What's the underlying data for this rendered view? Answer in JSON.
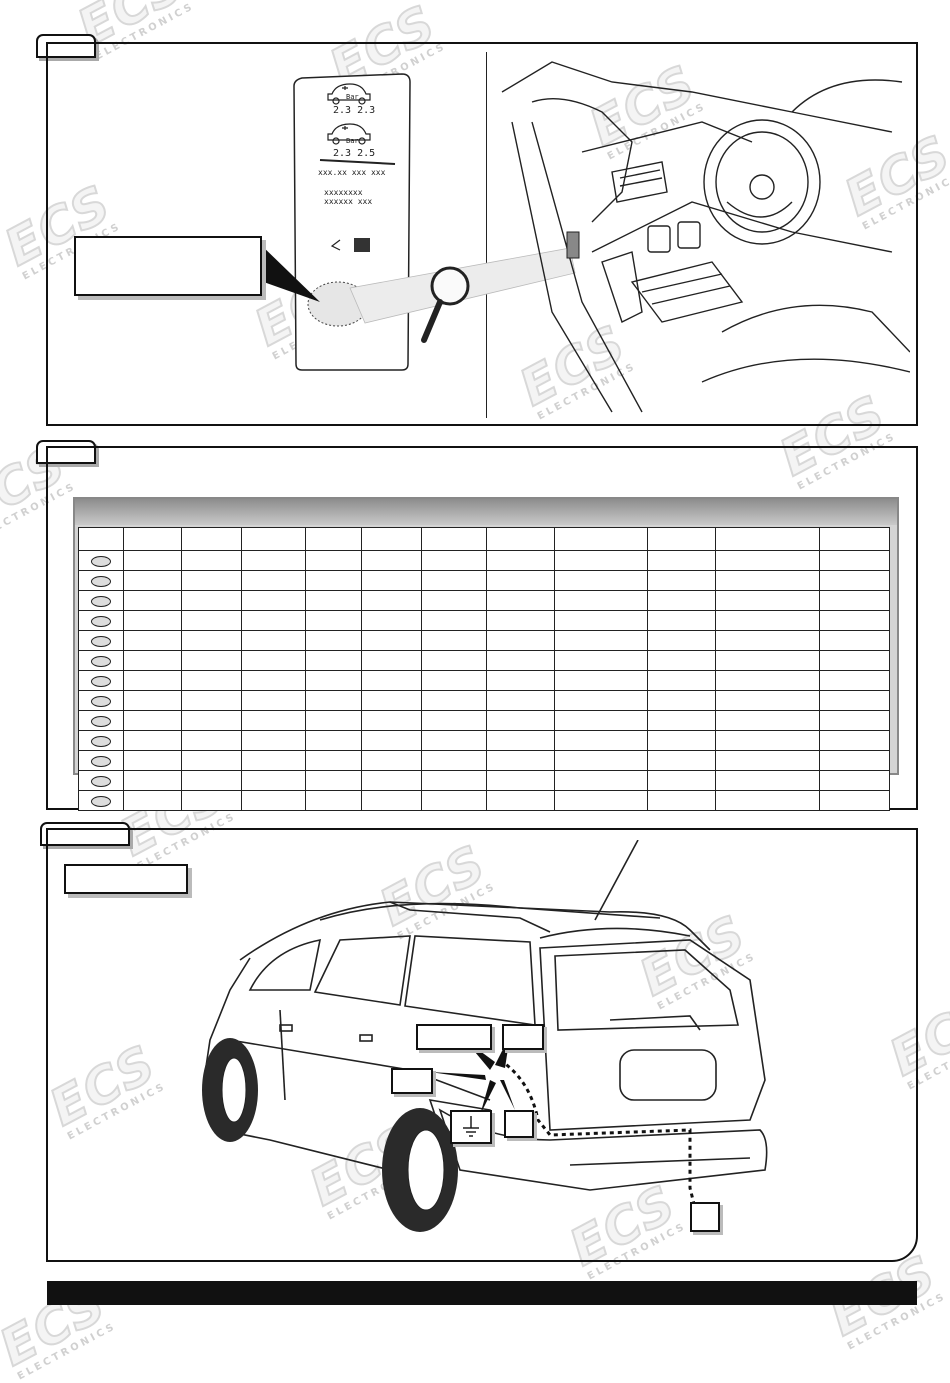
{
  "brand": {
    "watermark_main": "ECS",
    "watermark_sub": "ELECTRONICS"
  },
  "panel1": {
    "tire_label": {
      "row1_values": "2.3  2.3",
      "row1_unit": "Bar",
      "row2_values": "2.3  2.5",
      "row2_unit": "Bar",
      "code_line": "xxx.xx xxx xxx",
      "code_line2": "xxxxxxxx",
      "code_line3": "xxxxxx xxx"
    }
  },
  "panel2": {
    "table_rows": 13,
    "table_columns": 12
  },
  "colors": {
    "ink": "#111111",
    "table_header": "#9a9a9a",
    "footer": "#111111"
  }
}
